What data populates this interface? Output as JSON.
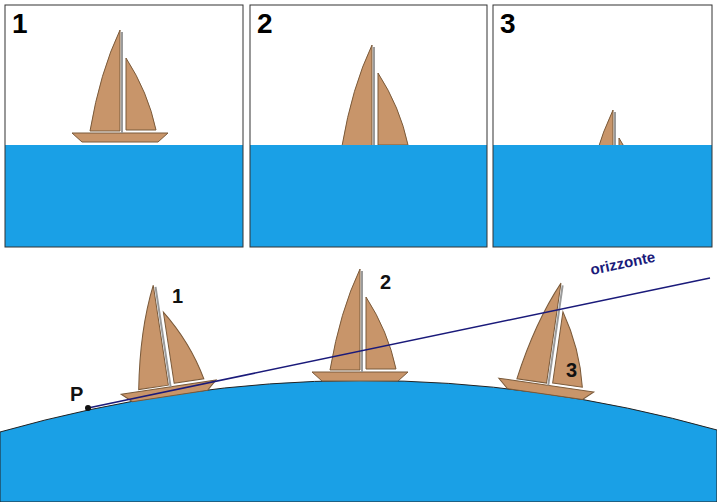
{
  "diagram": {
    "labels": [
      "1",
      "2",
      "3",
      "1",
      "2",
      "3",
      "P",
      "orizzonte"
    ]
  }
}
